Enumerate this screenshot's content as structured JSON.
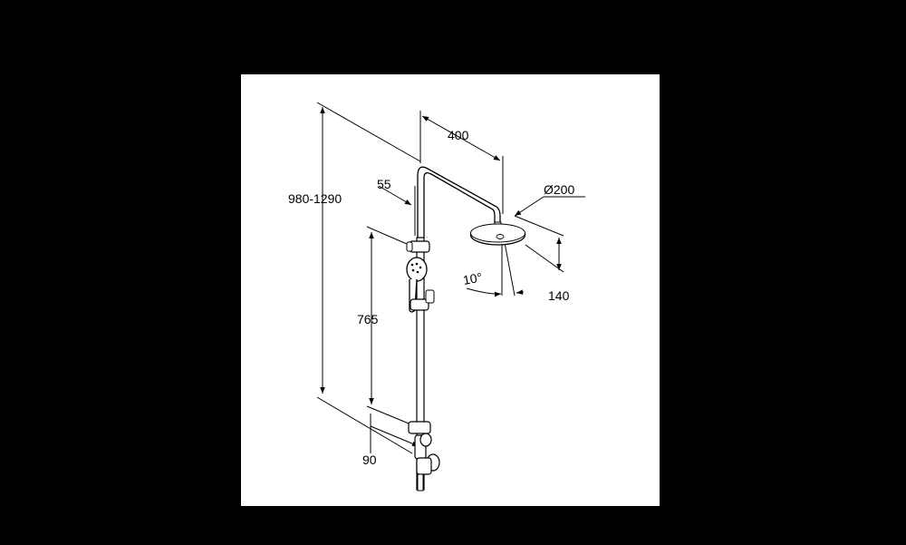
{
  "colors": {
    "background": "#000000",
    "panel": "#ffffff",
    "line": "#000000"
  },
  "dimensions": {
    "total_height": "980-1290",
    "arm_length": "400",
    "head_diameter": "Ø200",
    "wall_offset": "55",
    "rail_height": "765",
    "head_depth": "140",
    "tilt_angle": "10°",
    "mixer_offset": "90"
  }
}
